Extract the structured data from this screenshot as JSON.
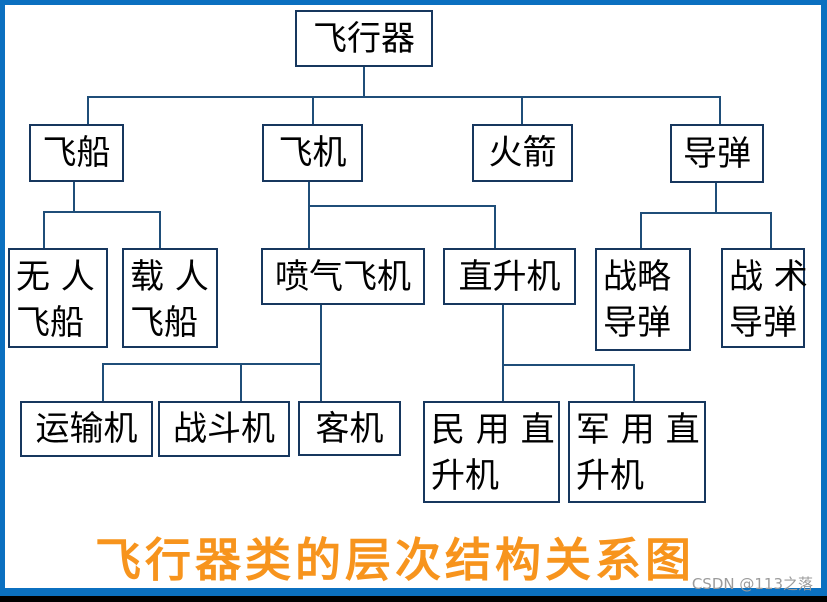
{
  "frame": {
    "border_color": "#0B70C0",
    "bottom_strip_color": "#000000",
    "background": "#FFFFFF"
  },
  "diagram": {
    "box_border_color": "#17375E",
    "connector_color": "#1F4E79",
    "text_color": "#000000",
    "nodes": {
      "aircraft": {
        "label": "飞行器"
      },
      "spaceship": {
        "label": "飞船"
      },
      "airplane": {
        "label": "飞机"
      },
      "rocket": {
        "label": "火箭"
      },
      "missile": {
        "label": "导弹"
      },
      "unmanned_spaceship": {
        "line1": "无 人",
        "line2": "飞船"
      },
      "manned_spaceship": {
        "line1": "载 人",
        "line2": "飞船"
      },
      "jet_aircraft": {
        "label": "喷气飞机"
      },
      "helicopter": {
        "label": "直升机"
      },
      "strategic_missile": {
        "line1": "战略",
        "line2": "导弹"
      },
      "tactical_missile": {
        "line1": "战 术",
        "line2": "导弹"
      },
      "transport_aircraft": {
        "label": "运输机"
      },
      "fighter_aircraft": {
        "label": "战斗机"
      },
      "passenger_aircraft": {
        "label": "客机"
      },
      "civil_helicopter": {
        "line1": "民 用 直",
        "line2": "升机"
      },
      "military_helicopter": {
        "line1": "军 用 直",
        "line2": "升机"
      }
    }
  },
  "caption": {
    "text": "飞行器类的层次结构关系图",
    "color": "#F7941D"
  },
  "watermark": {
    "text": "CSDN @113之落",
    "color": "#9B9B9B"
  }
}
